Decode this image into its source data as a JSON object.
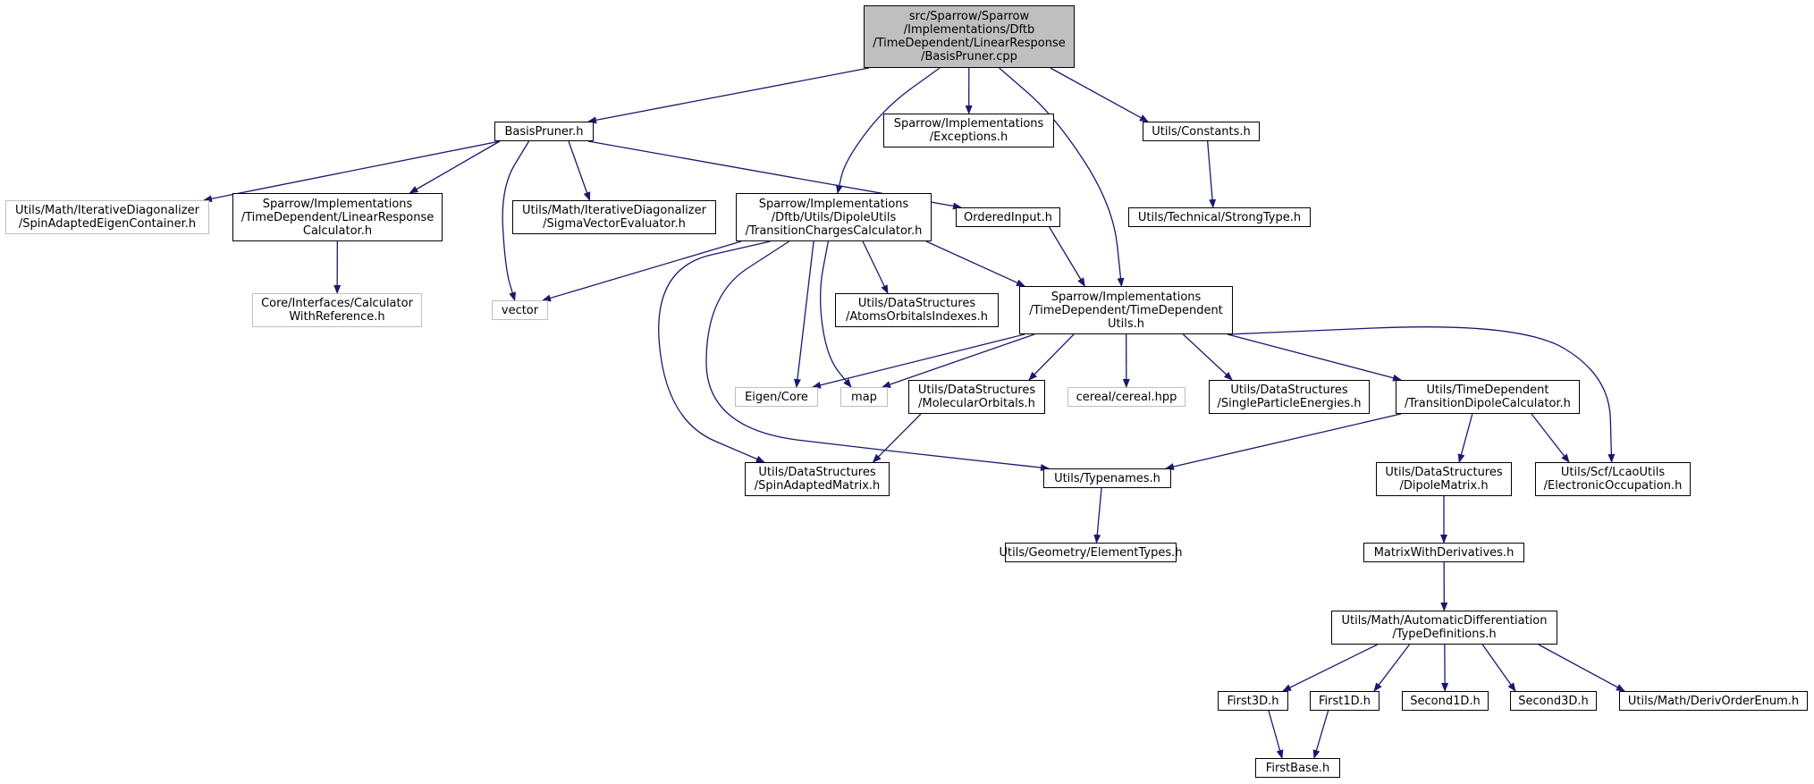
{
  "colors": {
    "edge": "#191970",
    "root_fill": "#bfbfbf",
    "node_border": "#000000",
    "external_border": "#bfbfbf"
  },
  "graph": {
    "nodes": {
      "root": "src/Sparrow/Sparrow\n/Implementations/Dftb\n/TimeDependent/LinearResponse\n/BasisPruner.cpp",
      "basispruner_h": "BasisPruner.h",
      "exceptions_h": "Sparrow/Implementations\n/Exceptions.h",
      "constants_h": "Utils/Constants.h",
      "spin_adapted_eigen": "Utils/Math/IterativeDiagonalizer\n/SpinAdaptedEigenContainer.h",
      "lr_calculator": "Sparrow/Implementations\n/TimeDependent/LinearResponse\nCalculator.h",
      "sigma_vector": "Utils/Math/IterativeDiagonalizer\n/SigmaVectorEvaluator.h",
      "transition_charges": "Sparrow/Implementations\n/Dftb/Utils/DipoleUtils\n/TransitionChargesCalculator.h",
      "ordered_input": "OrderedInput.h",
      "strong_type": "Utils/Technical/StrongType.h",
      "calc_with_ref": "Core/Interfaces/Calculator\nWithReference.h",
      "vector": "vector",
      "atoms_orbitals": "Utils/DataStructures\n/AtomsOrbitalsIndexes.h",
      "td_utils": "Sparrow/Implementations\n/TimeDependent/TimeDependent\nUtils.h",
      "eigen_core": "Eigen/Core",
      "map": "map",
      "molecular_orbitals": "Utils/DataStructures\n/MolecularOrbitals.h",
      "cereal": "cereal/cereal.hpp",
      "single_particle": "Utils/DataStructures\n/SingleParticleEnergies.h",
      "transition_dipole": "Utils/TimeDependent\n/TransitionDipoleCalculator.h",
      "spin_adapted_matrix": "Utils/DataStructures\n/SpinAdaptedMatrix.h",
      "typenames": "Utils/Typenames.h",
      "dipole_matrix": "Utils/DataStructures\n/DipoleMatrix.h",
      "electronic_occupation": "Utils/Scf/LcaoUtils\n/ElectronicOccupation.h",
      "element_types": "Utils/Geometry/ElementTypes.h",
      "matrix_with_derivs": "MatrixWithDerivatives.h",
      "type_definitions": "Utils/Math/AutomaticDifferentiation\n/TypeDefinitions.h",
      "first3d": "First3D.h",
      "first1d": "First1D.h",
      "second1d": "Second1D.h",
      "second3d": "Second3D.h",
      "deriv_order": "Utils/Math/DerivOrderEnum.h",
      "first_base": "FirstBase.h"
    },
    "external": [
      "spin_adapted_eigen",
      "calc_with_ref",
      "vector",
      "eigen_core",
      "map",
      "cereal"
    ],
    "edges": [
      [
        "root",
        "basispruner_h"
      ],
      [
        "root",
        "exceptions_h"
      ],
      [
        "root",
        "constants_h"
      ],
      [
        "root",
        "transition_charges"
      ],
      [
        "root",
        "td_utils"
      ],
      [
        "basispruner_h",
        "spin_adapted_eigen"
      ],
      [
        "basispruner_h",
        "lr_calculator"
      ],
      [
        "basispruner_h",
        "sigma_vector"
      ],
      [
        "basispruner_h",
        "ordered_input"
      ],
      [
        "basispruner_h",
        "vector"
      ],
      [
        "lr_calculator",
        "calc_with_ref"
      ],
      [
        "constants_h",
        "strong_type"
      ],
      [
        "ordered_input",
        "td_utils"
      ],
      [
        "transition_charges",
        "vector"
      ],
      [
        "transition_charges",
        "atoms_orbitals"
      ],
      [
        "transition_charges",
        "td_utils"
      ],
      [
        "transition_charges",
        "eigen_core"
      ],
      [
        "transition_charges",
        "map"
      ],
      [
        "transition_charges",
        "spin_adapted_matrix"
      ],
      [
        "transition_charges",
        "typenames"
      ],
      [
        "td_utils",
        "eigen_core"
      ],
      [
        "td_utils",
        "map"
      ],
      [
        "td_utils",
        "molecular_orbitals"
      ],
      [
        "td_utils",
        "cereal"
      ],
      [
        "td_utils",
        "single_particle"
      ],
      [
        "td_utils",
        "transition_dipole"
      ],
      [
        "td_utils",
        "electronic_occupation"
      ],
      [
        "molecular_orbitals",
        "spin_adapted_matrix"
      ],
      [
        "transition_dipole",
        "typenames"
      ],
      [
        "transition_dipole",
        "dipole_matrix"
      ],
      [
        "transition_dipole",
        "electronic_occupation"
      ],
      [
        "typenames",
        "element_types"
      ],
      [
        "dipole_matrix",
        "matrix_with_derivs"
      ],
      [
        "matrix_with_derivs",
        "type_definitions"
      ],
      [
        "type_definitions",
        "first3d"
      ],
      [
        "type_definitions",
        "first1d"
      ],
      [
        "type_definitions",
        "second1d"
      ],
      [
        "type_definitions",
        "second3d"
      ],
      [
        "type_definitions",
        "deriv_order"
      ],
      [
        "first3d",
        "first_base"
      ],
      [
        "first1d",
        "first_base"
      ]
    ]
  }
}
